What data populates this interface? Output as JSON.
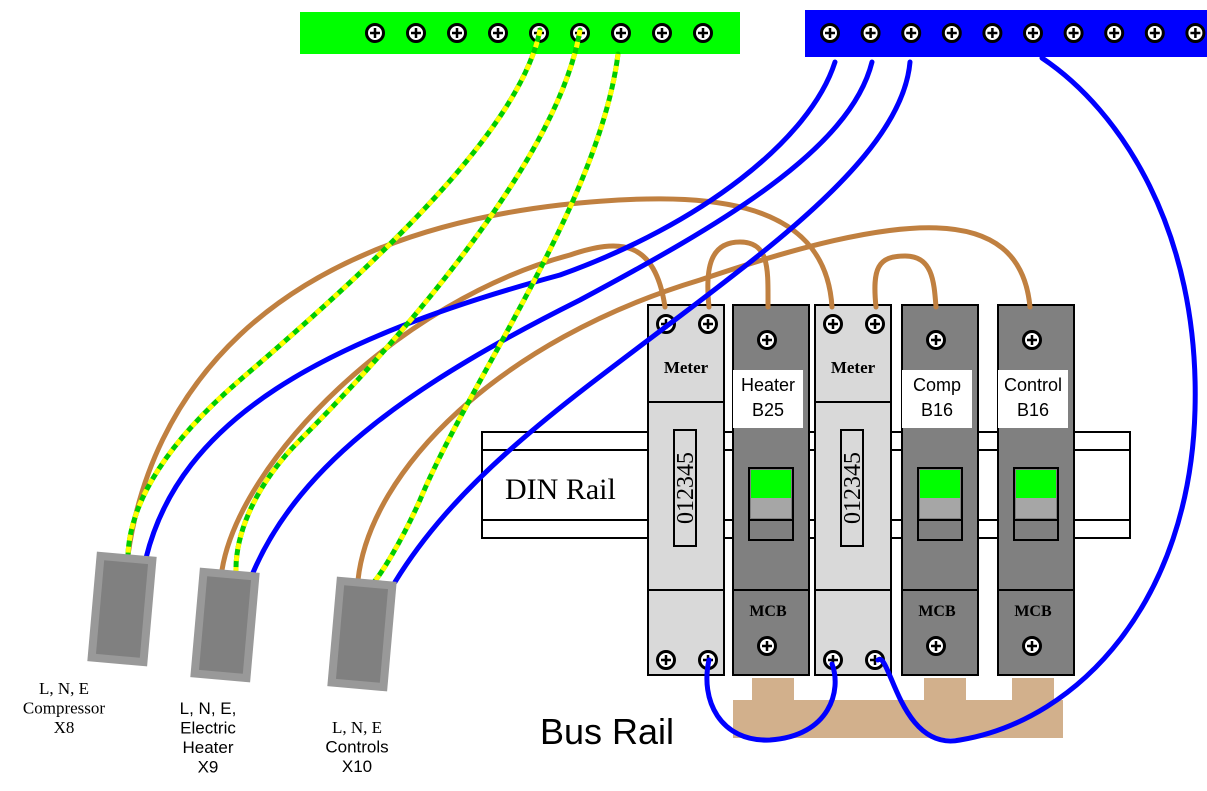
{
  "colors": {
    "earth_bar": "#00ff00",
    "neutral_bar": "#0000ff",
    "neutral_wire": "#0000ff",
    "live_wire": "#c08040",
    "earth_stripe_a": "#00cc00",
    "earth_stripe_b": "#ffff00",
    "bus_rail": "#d2b08c",
    "mcb_body": "#808080",
    "meter_body": "#d9d9d9",
    "mcb_toggle": "#00ff00",
    "plug": "#999999",
    "plug_inner": "#808080"
  },
  "din_rail": {
    "label": "DIN Rail"
  },
  "bus_rail": {
    "label": "Bus Rail"
  },
  "devices": [
    {
      "kind": "meter",
      "top_label": "Meter",
      "counter": "012345"
    },
    {
      "kind": "mcb",
      "rating_line1": "Heater",
      "rating_line2": "B25",
      "bottom_label": "MCB"
    },
    {
      "kind": "meter",
      "top_label": "Meter",
      "counter": "012345"
    },
    {
      "kind": "mcb",
      "rating_line1": "Comp",
      "rating_line2": "B16",
      "bottom_label": "MCB"
    },
    {
      "kind": "mcb",
      "rating_line1": "Control",
      "rating_line2": "B16",
      "bottom_label": "MCB"
    }
  ],
  "outputs": [
    {
      "line1": "L, N, E",
      "line2": "Compressor",
      "line3": "X8"
    },
    {
      "line1": "L, N, E,",
      "line2": "Electric",
      "line3": "Heater",
      "line4": "X9"
    },
    {
      "line1": "L, N, E",
      "line2": "Controls",
      "line3": "X10"
    }
  ],
  "earth_bar": {
    "name": "earth terminal bar",
    "terminal_count": 9
  },
  "neutral_bar": {
    "name": "neutral terminal bar",
    "terminal_count": 10
  }
}
